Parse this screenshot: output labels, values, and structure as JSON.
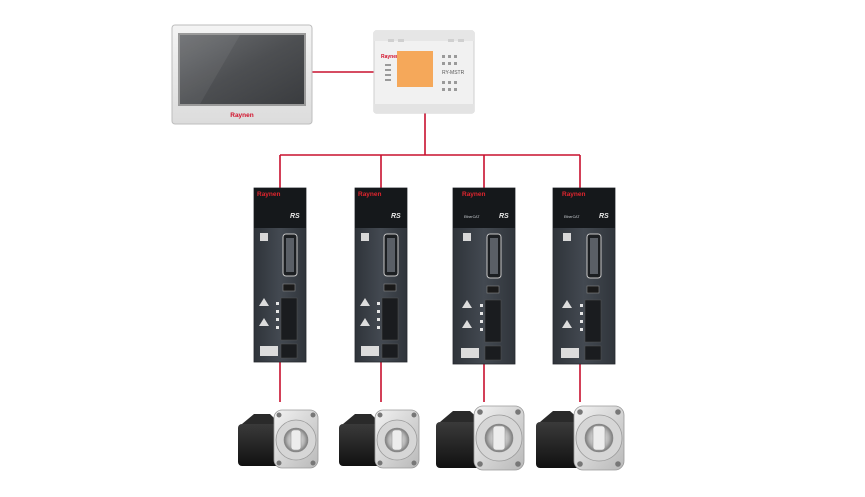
{
  "hmi": {
    "brand": "Raynen"
  },
  "plc": {
    "brand": "Raynen",
    "model": "RY-MSTR"
  },
  "drives": [
    {
      "brand": "Raynen",
      "model": "RS",
      "bus": ""
    },
    {
      "brand": "Raynen",
      "model": "RS",
      "bus": ""
    },
    {
      "brand": "Raynen",
      "model": "RS",
      "bus": "EtherCAT"
    },
    {
      "brand": "Raynen",
      "model": "RS",
      "bus": "EtherCAT"
    }
  ],
  "colors": {
    "wire": "#c8102e",
    "brand": "#d2102a",
    "drive_body": "#3b4047",
    "plc_display": "#f5a85a"
  }
}
